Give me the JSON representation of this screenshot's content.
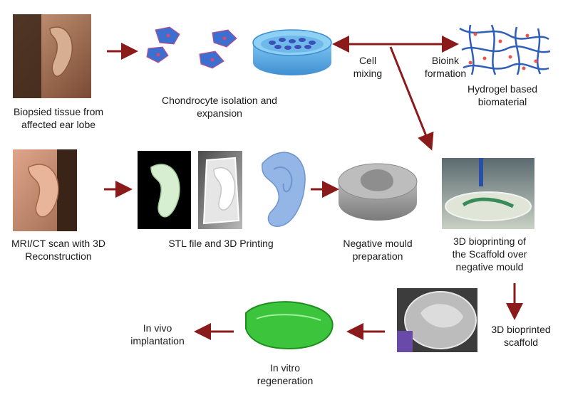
{
  "labels": {
    "biopsy": "Biopsied tissue from\naffected ear lobe",
    "chondrocyte": "Chondrocyte isolation and\nexpansion",
    "cell_mixing": "Cell\nmixing",
    "bioink": "Bioink\nformation",
    "hydrogel": "Hydrogel based\nbiomaterial",
    "mri": "MRI/CT scan with 3D\nReconstruction",
    "stl": "STL file and 3D Printing",
    "negative_mould": "Negative mould\npreparation",
    "bioprinting": "3D bioprinting of\nthe Scaffold over\nnegative mould",
    "bioprinted_scaffold": "3D bioprinted\nscaffold",
    "in_vitro": "In vitro\nregeneration",
    "in_vivo": "In vivo\nimplantation"
  },
  "colors": {
    "arrow": "#8b1a1a",
    "cell_fill": "#3d6fd1",
    "cell_edge": "#d04a7a",
    "dish": "#5aaee6",
    "gel_green": "#3cc43c",
    "mould_grey": "#9a9a9a",
    "ear_print_blue": "#93b6e6"
  },
  "icons": {
    "biopsy_photo": "ear-lobe-photo-icon",
    "cells": "chondrocyte-cells-icon",
    "culture_dish": "culture-dish-icon",
    "hydrogel_network": "hydrogel-network-icon",
    "scan_photo": "ear-scan-photo-icon",
    "stl_model": "stl-ear-model-icon",
    "printed_mould": "printed-ear-mould-icon",
    "blue_ear": "blue-ear-print-icon",
    "negative_mould": "negative-mould-icon",
    "bioprinting_photo": "bioprinting-photo-icon",
    "scaffold_photo": "bioprinted-scaffold-photo-icon",
    "gel_scaffold": "green-gel-scaffold-icon"
  }
}
